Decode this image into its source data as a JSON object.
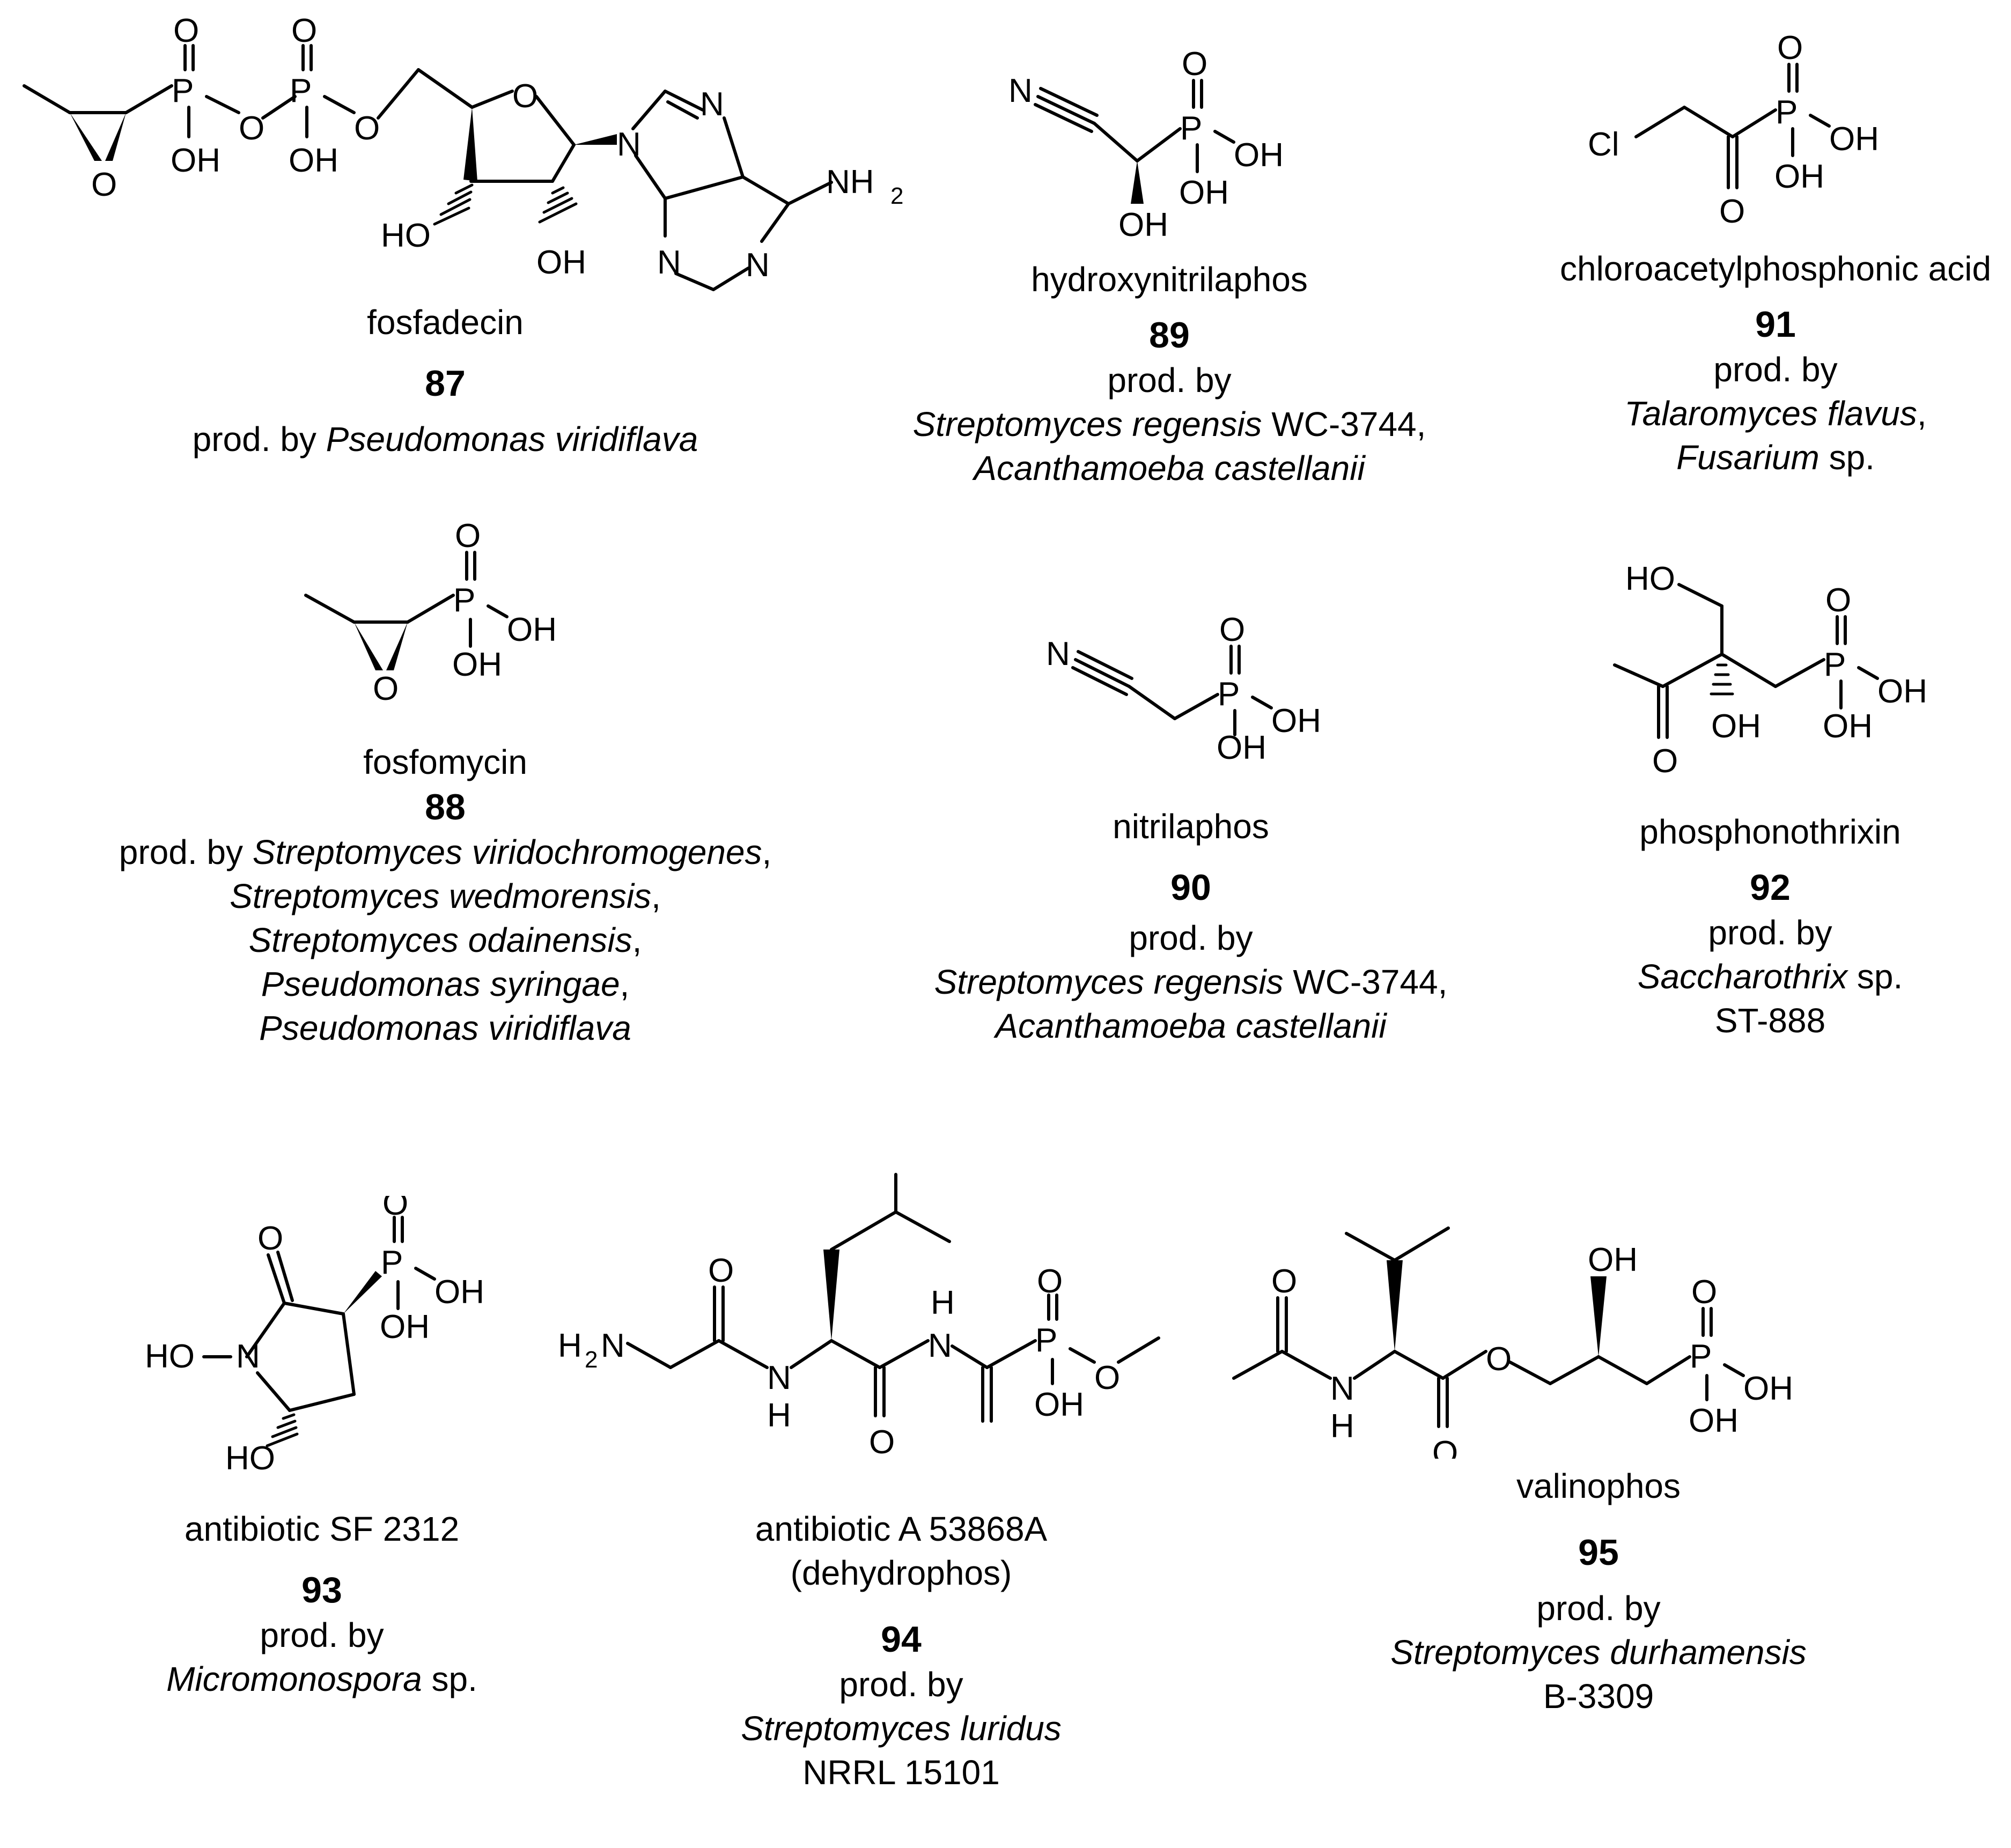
{
  "compounds": [
    {
      "name": "fosfadecin",
      "number": "87",
      "prod_prefix": "prod. by ",
      "producers": [
        {
          "italic": "Pseudomonas viridiflava",
          "plain": ""
        }
      ]
    },
    {
      "name": "hydroxynitrilaphos",
      "number": "89",
      "prod_prefix": "prod. by",
      "producers": [
        {
          "italic": "Streptomyces regensis",
          "plain": " WC-3744,"
        },
        {
          "italic": "Acanthamoeba castellanii",
          "plain": ""
        }
      ]
    },
    {
      "name": "chloroacetylphosphonic acid",
      "number": "91",
      "prod_prefix": "prod. by",
      "producers": [
        {
          "italic": "Talaromyces flavus",
          "plain": ","
        },
        {
          "italic": "Fusarium",
          "plain": " sp."
        }
      ]
    },
    {
      "name": "fosfomycin",
      "number": "88",
      "prod_prefix": "prod. by ",
      "producers": [
        {
          "italic": "Streptomyces viridochromogenes",
          "plain": ","
        },
        {
          "italic": "Streptomyces wedmorensis",
          "plain": ","
        },
        {
          "italic": "Streptomyces odainensis",
          "plain": ","
        },
        {
          "italic": "Pseudomonas syringae",
          "plain": ","
        },
        {
          "italic": "Pseudomonas viridiflava",
          "plain": ""
        }
      ]
    },
    {
      "name": "nitrilaphos",
      "number": "90",
      "prod_prefix": "prod. by",
      "producers": [
        {
          "italic": "Streptomyces regensis",
          "plain": " WC-3744,"
        },
        {
          "italic": "Acanthamoeba castellanii",
          "plain": ""
        }
      ]
    },
    {
      "name": "phosphonothrixin",
      "number": "92",
      "prod_prefix": "prod. by",
      "producers": [
        {
          "italic": "Saccharothrix",
          "plain": " sp."
        },
        {
          "italic": "",
          "plain": "ST-888"
        }
      ]
    },
    {
      "name": "antibiotic SF 2312",
      "number": "93",
      "prod_prefix": "prod. by",
      "producers": [
        {
          "italic": "Micromonospora",
          "plain": " sp."
        }
      ]
    },
    {
      "name": "antibiotic A 53868A",
      "name2": "(dehydrophos)",
      "number": "94",
      "prod_prefix": "prod. by",
      "producers": [
        {
          "italic": "Streptomyces luridus",
          "plain": ""
        },
        {
          "italic": "",
          "plain": "NRRL 15101"
        }
      ]
    },
    {
      "name": "valinophos",
      "number": "95",
      "prod_prefix": "prod. by",
      "producers": [
        {
          "italic": "Streptomyces durhamensis",
          "plain": ""
        },
        {
          "italic": "",
          "plain": "B-3309"
        }
      ]
    }
  ],
  "atoms": {
    "O": "O",
    "P": "P",
    "N": "N",
    "Cl": "Cl",
    "H": "H",
    "OH": "OH",
    "HO": "HO",
    "NH2": "NH",
    "sub2": "2",
    "H2N": "H",
    "H2N_N": "N",
    "HO_N": "HO"
  }
}
